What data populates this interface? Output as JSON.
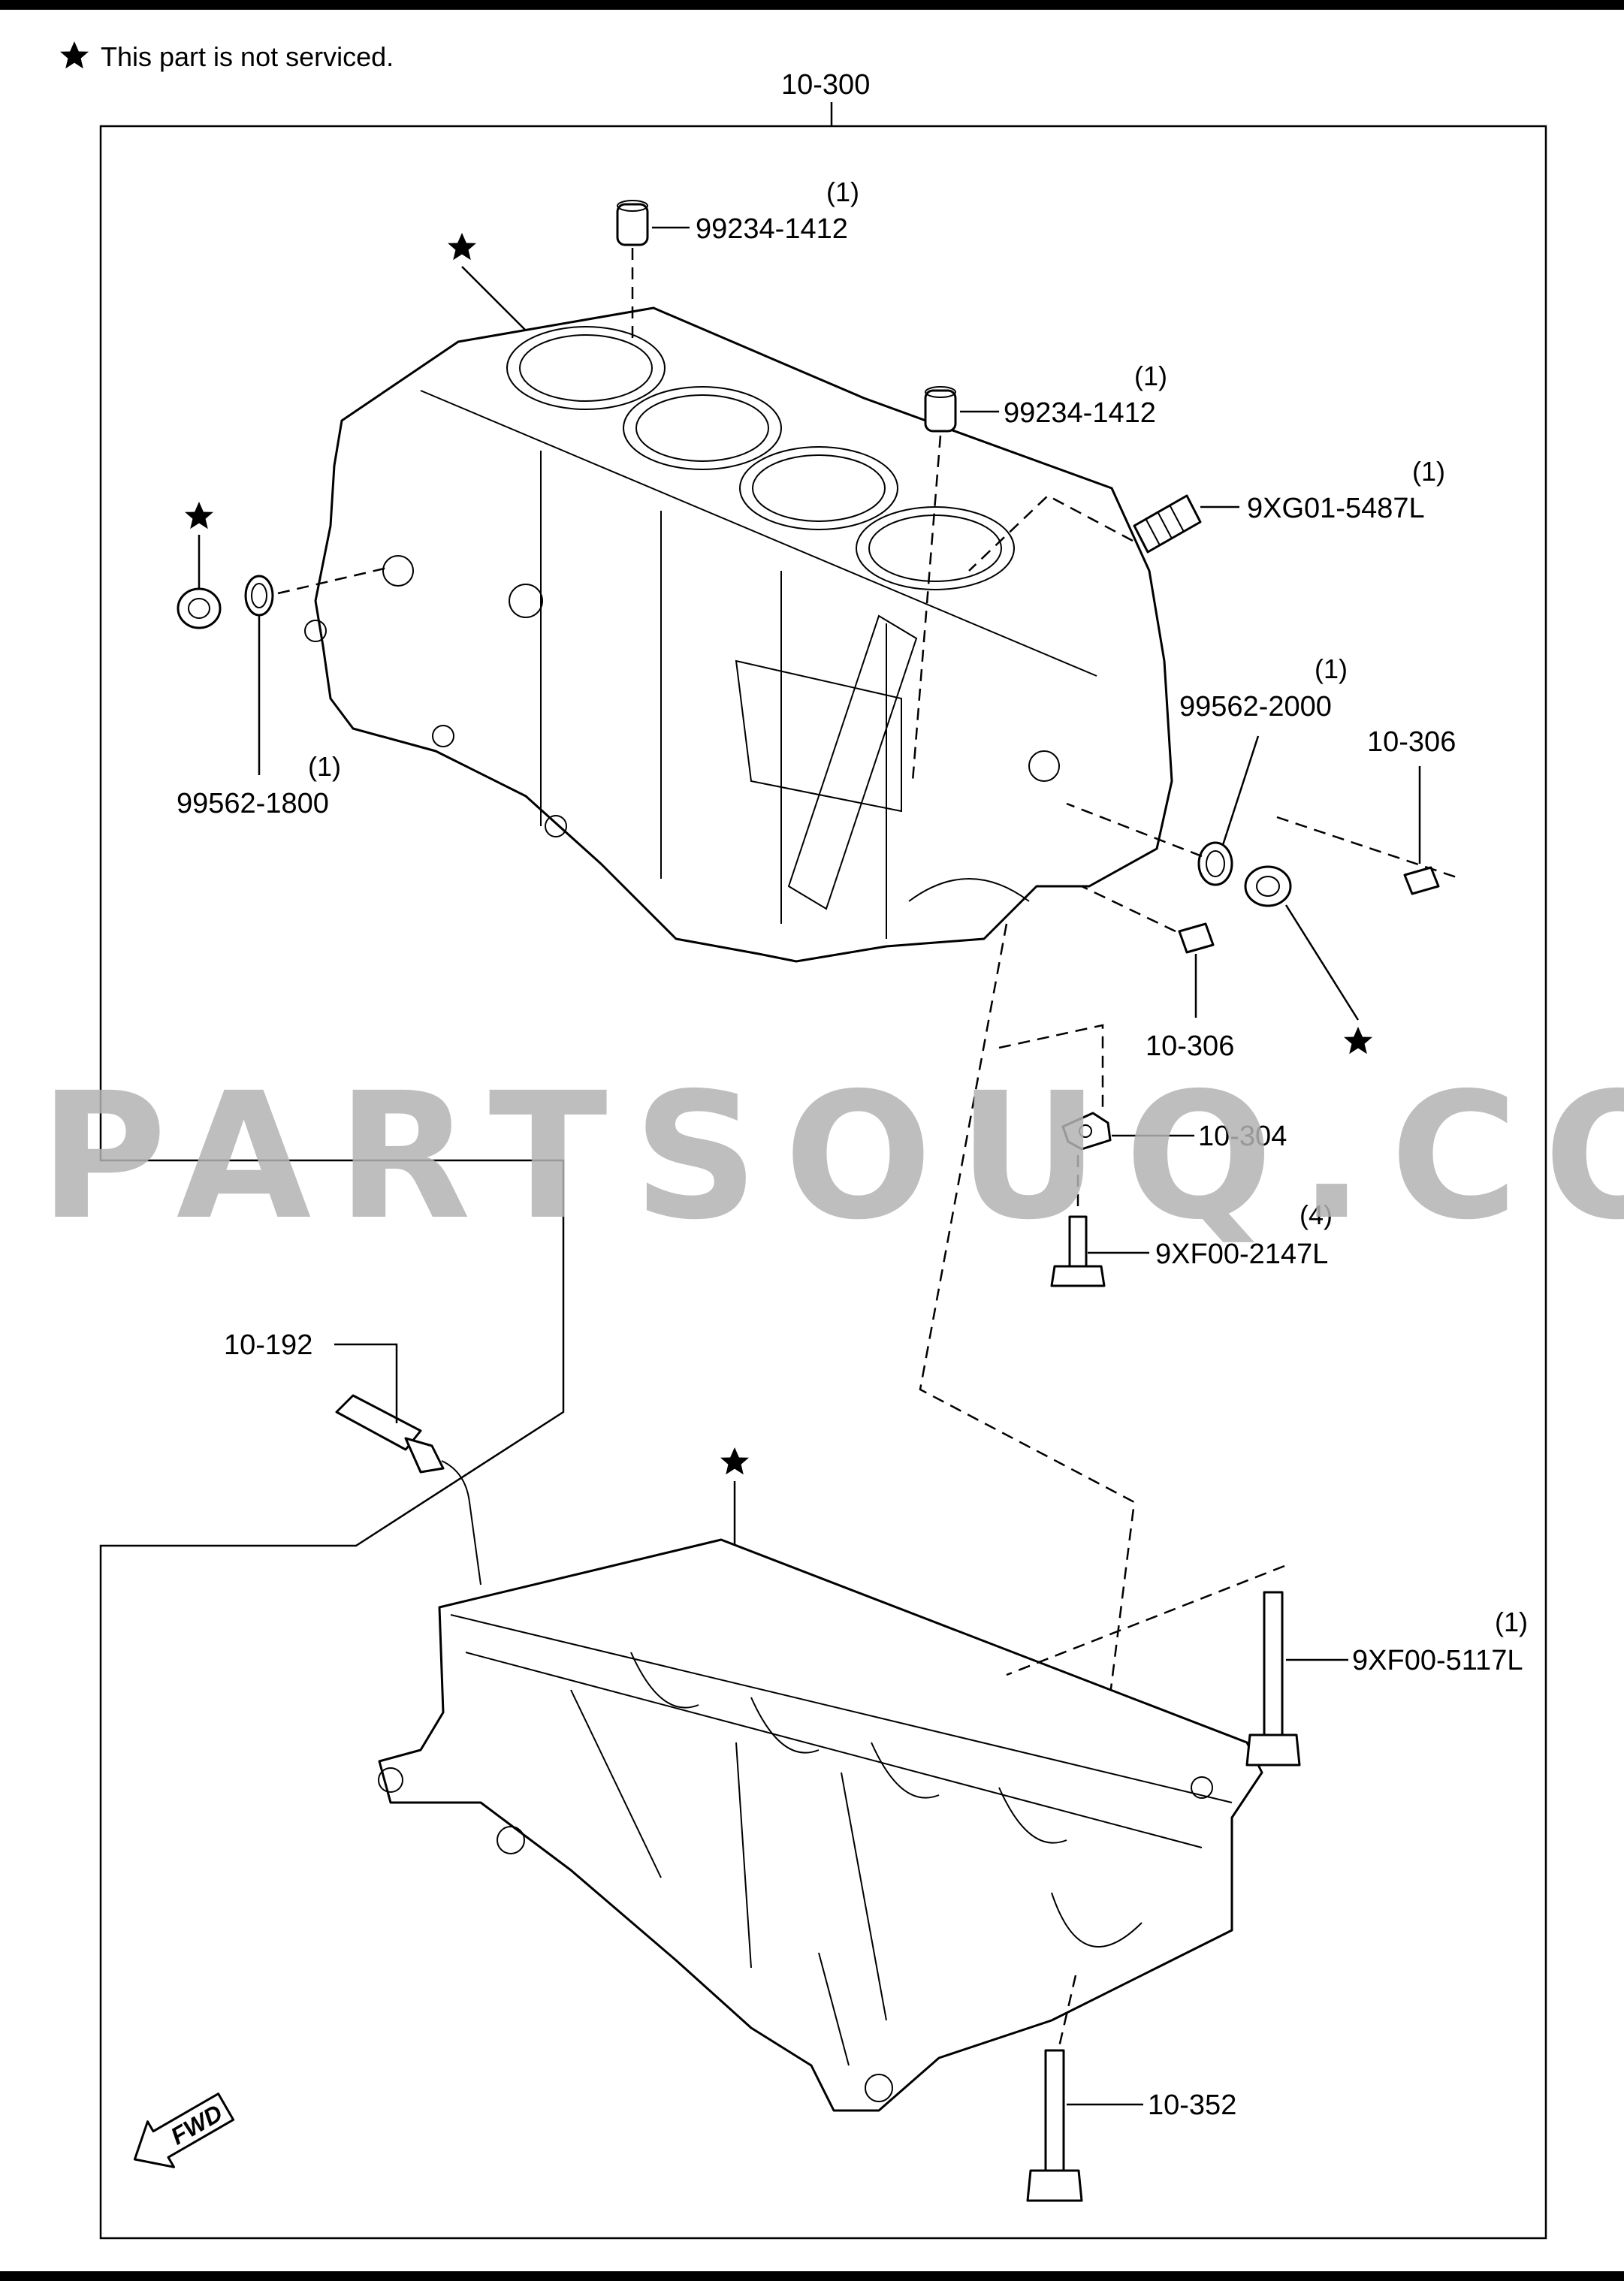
{
  "note": {
    "text": "This part is not serviced."
  },
  "watermark": {
    "text": "PARTSOUQ.COM"
  },
  "fwd": {
    "label": "FWD"
  },
  "callouts": {
    "assembly": "10-300",
    "cap_top_left": "99234-1412",
    "cap_top_left_qty": "(1)",
    "cap_top_right": "99234-1412",
    "cap_top_right_qty": "(1)",
    "plug_right": "9XG01-5487L",
    "plug_right_qty": "(1)",
    "gasket_left": "99562-1800",
    "gasket_left_qty": "(1)",
    "gasket_right": "99562-2000",
    "gasket_right_qty": "(1)",
    "pin_upper": "10-306",
    "pin_lower": "10-306",
    "bracket": "10-304",
    "bracket_bolt": "9XF00-2147L",
    "bracket_bolt_qty": "(4)",
    "sensor": "10-192",
    "main_bolt": "9XF00-5117L",
    "main_bolt_qty": "(1)",
    "lower_bolt": "10-352"
  },
  "colors": {
    "line": "#000000",
    "watermark": "#b3b3b3",
    "background": "#ffffff"
  },
  "icons": [
    "star-icon",
    "fwd-arrow-icon"
  ]
}
